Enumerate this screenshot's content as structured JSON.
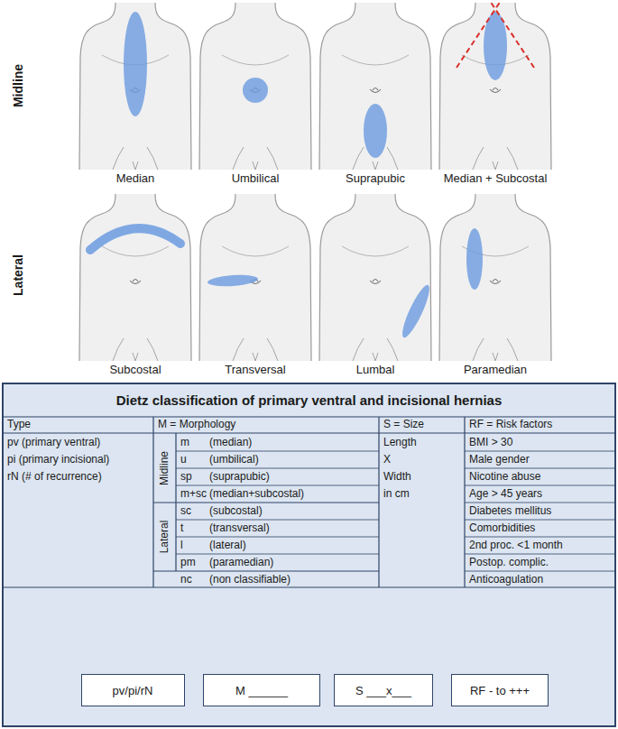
{
  "diagram": {
    "title": "Dietz classification of primary ventral and incisional hernias",
    "nodes": [
      {
        "text": [
          "pv/pi/rN"
        ]
      },
      {
        "text": [
          "M ______"
        ]
      },
      {
        "text": [
          "S ___x___"
        ]
      },
      {
        "text": [
          "RF - to +++"
        ]
      }
    ],
    "labels": [
      "Midline",
      "Lateral",
      "Median",
      "Umbilical",
      "Suprapubic",
      "Median + Subcostal",
      "Subcostal",
      "Transversal",
      "Lumbal",
      "Paramedian",
      "Type",
      "M = Morphology",
      "S = Size",
      "RF = Risk factors",
      "pv (primary ventral)",
      "pi (primary incisional)",
      "rN (# of recurrence)",
      "Midline",
      "m",
      "(median)",
      "u",
      "(umbilical)",
      "sp",
      "(suprapubic)",
      "m+sc",
      "(median+subcostal)",
      "sc",
      "(subcostal)",
      "t",
      "(transversal)",
      "l",
      "(lateral)",
      "pm",
      "(paramedian)",
      "Lateral",
      "nc",
      "(non classifiable)",
      "Length",
      "X",
      "Width",
      "in cm",
      "BMI > 30",
      "Male gender",
      "Nicotine abuse",
      "Age > 45 years",
      "Diabetes mellitus",
      "Comorbidities",
      "2nd proc. <1 month",
      "Postop. complic.",
      "Anticoagulation"
    ]
  }
}
